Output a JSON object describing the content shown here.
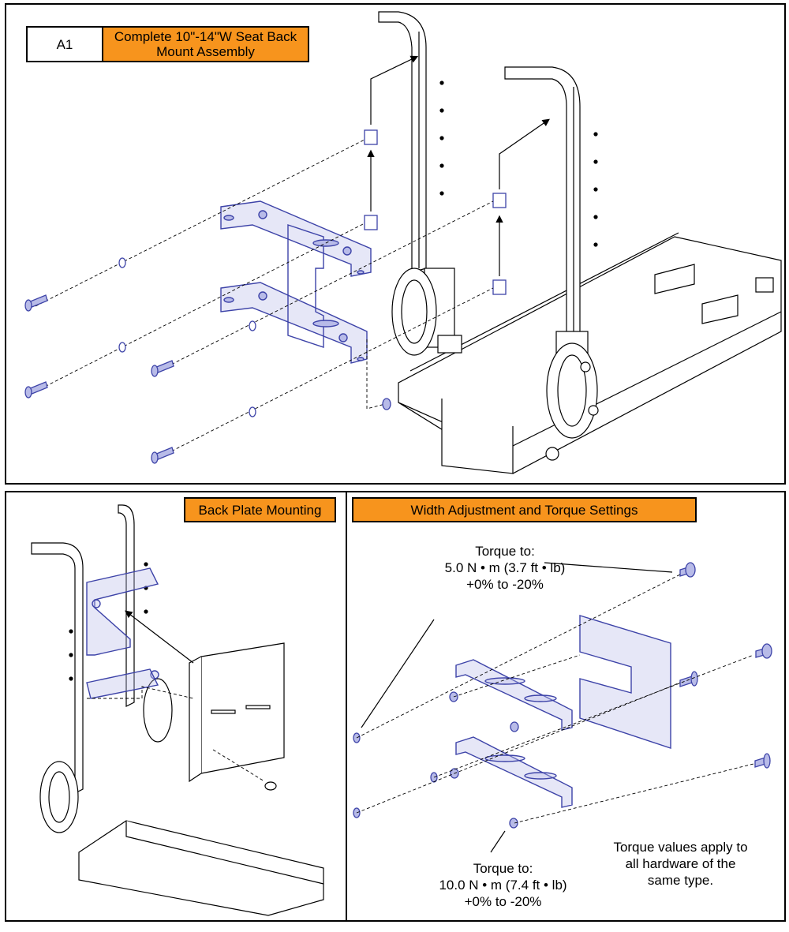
{
  "panel_a1": {
    "id_label": "A1",
    "title": "Complete 10\"-14\"W Seat Back Mount Assembly"
  },
  "panel_back_plate": {
    "title": "Back Plate Mounting"
  },
  "panel_width": {
    "title": "Width Adjustment and Torque Settings",
    "torque_top": {
      "line1": "Torque to:",
      "line2": "5.0 N • m (3.7 ft • lb)",
      "line3": "+0% to -20%"
    },
    "torque_bottom": {
      "line1": "Torque to:",
      "line2": "10.0 N • m (7.4 ft • lb)",
      "line3": "+0% to -20%"
    },
    "note": {
      "line1": "Torque values apply to",
      "line2": "all hardware of the",
      "line3": "same type."
    }
  },
  "colors": {
    "accent_orange": "#f7941d",
    "hardware_blue": "#3d43a8",
    "hardware_fill": "#b8bbe8",
    "line": "#000000"
  },
  "icons": [
    "screw-icon",
    "washer-icon",
    "nut-icon",
    "bracket-plate-icon",
    "clip-insert-icon",
    "back-cane-icon"
  ]
}
